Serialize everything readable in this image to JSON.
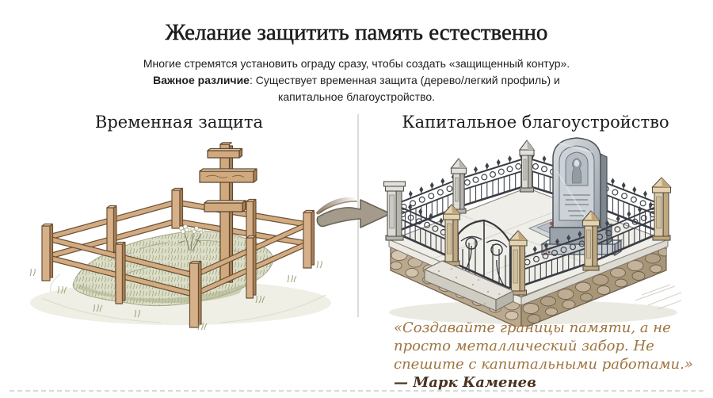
{
  "header": {
    "title": "Желание защитить память естественно",
    "intro": "Многие стремятся установить ограду сразу, чтобы создать «защищенный контур».",
    "key_term": "Важное различие",
    "key_rest": ": Существует временная защита (дерево/легкий профиль) и капитальное благоустройство."
  },
  "columns": {
    "left": {
      "heading": "Временная защита",
      "illustration": "wooden-fence-grave-with-orthodox-cross"
    },
    "right": {
      "heading": "Капитальное благоустройство",
      "illustration": "granite-monument-with-wrought-iron-fence"
    }
  },
  "arrow_icon": "transition-arrow",
  "quote": {
    "text": "«Создавайте границы памяти, а не просто металлический забор. Не спешите с капитальными работами.»",
    "attribution": "— Марк Каменев"
  },
  "colors": {
    "quote_text": "#9e7440",
    "quote_attribution": "#4a3421",
    "heading_text": "#1c1c1a",
    "body_text": "#222222",
    "wood": "#d2ab82",
    "stone": "#dcdbd6",
    "iron": "#363a40",
    "divider": "#dcdcda"
  }
}
